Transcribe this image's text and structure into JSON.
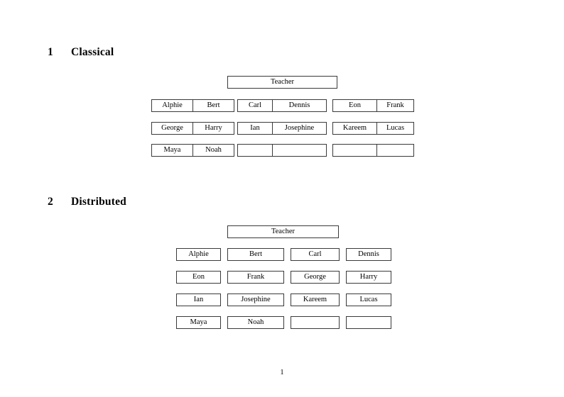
{
  "document": {
    "page_number": "1",
    "sections": [
      {
        "number": "1",
        "title": "Classical",
        "teacher_label": "Teacher",
        "groups": [
          {
            "name": "group-1",
            "rows": [
              [
                "Alphie",
                "Bert"
              ],
              [
                "George",
                "Harry"
              ],
              [
                "Maya",
                "Noah"
              ]
            ]
          },
          {
            "name": "group-2",
            "rows": [
              [
                "Carl",
                "Dennis"
              ],
              [
                "Ian",
                "Josephine"
              ],
              [
                "",
                ""
              ]
            ]
          },
          {
            "name": "group-3",
            "rows": [
              [
                "Eon",
                "Frank"
              ],
              [
                "Kareem",
                "Lucas"
              ],
              [
                "",
                ""
              ]
            ]
          }
        ]
      },
      {
        "number": "2",
        "title": "Distributed",
        "teacher_label": "Teacher",
        "rows": [
          [
            "Alphie",
            "Bert",
            "Carl",
            "Dennis"
          ],
          [
            "Eon",
            "Frank",
            "George",
            "Harry"
          ],
          [
            "Ian",
            "Josephine",
            "Kareem",
            "Lucas"
          ],
          [
            "Maya",
            "Noah",
            "",
            ""
          ]
        ]
      }
    ]
  }
}
